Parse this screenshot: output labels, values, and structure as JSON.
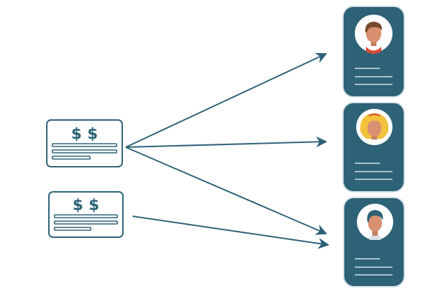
{
  "colors": {
    "primary": "#2d6277",
    "card_border": "#d6e2e8",
    "background": "#ffffff",
    "skin": "#d99070",
    "hair_brown": "#7a4a2c",
    "hair_blonde": "#f2c23c",
    "hair_dark": "#2d6277",
    "shirt_red": "#d84a35"
  },
  "invoices": [
    {
      "symbol": "$ $",
      "icon": "invoice-card"
    },
    {
      "symbol": "$ $",
      "icon": "invoice-card"
    }
  ],
  "recipients": [
    {
      "avatar": "man-brown-hair-avatar"
    },
    {
      "avatar": "woman-blonde-hair-avatar"
    },
    {
      "avatar": "man-dark-hair-avatar"
    }
  ],
  "connections": [
    {
      "from": "invoice-1",
      "to": "recipient-1"
    },
    {
      "from": "invoice-1",
      "to": "recipient-2"
    },
    {
      "from": "invoice-1",
      "to": "recipient-3"
    },
    {
      "from": "invoice-2",
      "to": "recipient-3"
    }
  ]
}
